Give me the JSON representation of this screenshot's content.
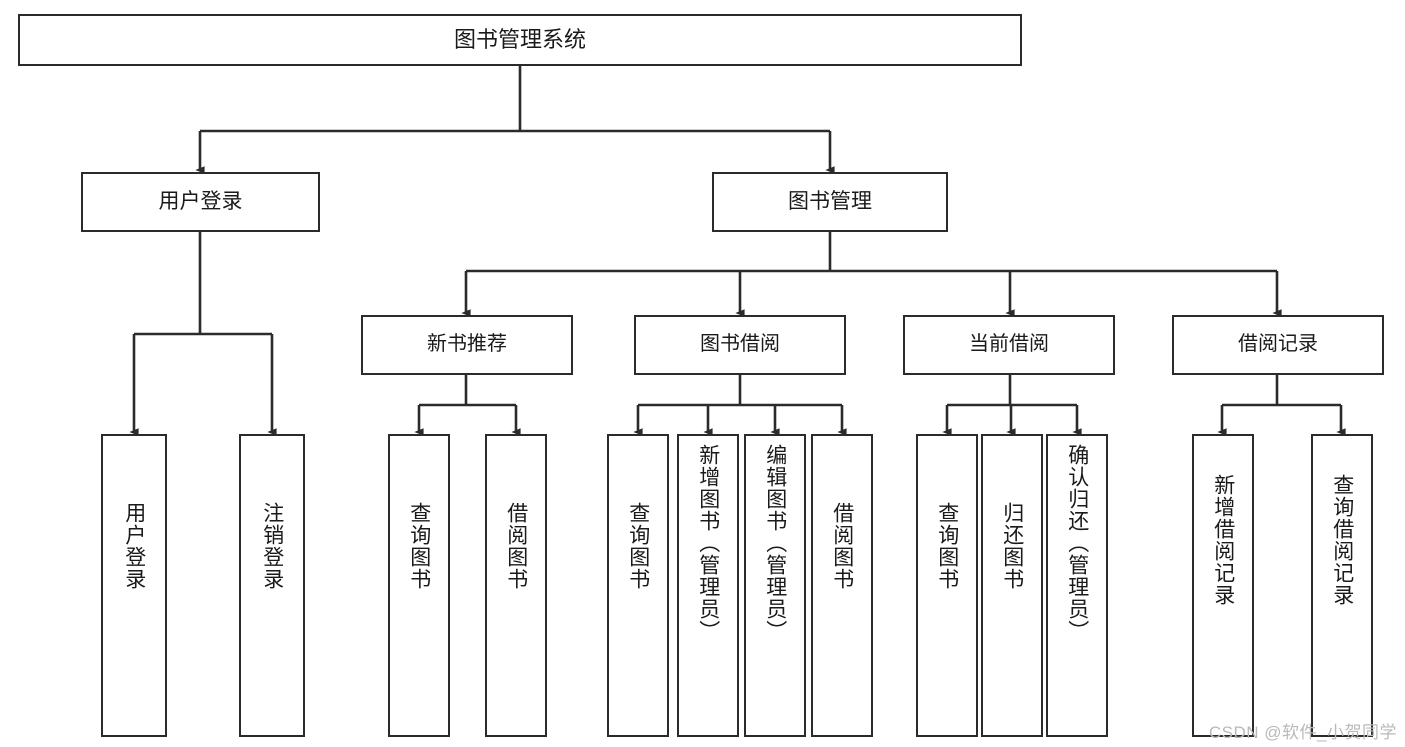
{
  "diagram": {
    "title": "图书管理系统",
    "type": "hierarchy-tree",
    "stroke_color": "#2b2b2b",
    "fill_color": "#ffffff",
    "text_color": "#1a1a1a",
    "root": {
      "label": "图书管理系统"
    },
    "level1": [
      {
        "label": "用户登录"
      },
      {
        "label": "图书管理"
      }
    ],
    "level2": [
      {
        "label": "新书推荐"
      },
      {
        "label": "图书借阅"
      },
      {
        "label": "当前借阅"
      },
      {
        "label": "借阅记录"
      }
    ],
    "leaves": {
      "user_login": [
        {
          "label": "用户登录"
        },
        {
          "label": "注销登录"
        }
      ],
      "new_book": [
        {
          "label": "查询图书"
        },
        {
          "label": "借阅图书"
        }
      ],
      "borrow_book": [
        {
          "label": "查询图书"
        },
        {
          "label": "新增图书（管理员）"
        },
        {
          "label": "编辑图书（管理员）"
        },
        {
          "label": "借阅图书"
        }
      ],
      "current_borrow": [
        {
          "label": "查询图书"
        },
        {
          "label": "归还图书"
        },
        {
          "label": "确认归还（管理员）"
        }
      ],
      "borrow_record": [
        {
          "label": "新增借阅记录"
        },
        {
          "label": "查询借阅记录"
        }
      ]
    }
  },
  "watermark": {
    "text": "CSDN @软件_小贺同学"
  }
}
